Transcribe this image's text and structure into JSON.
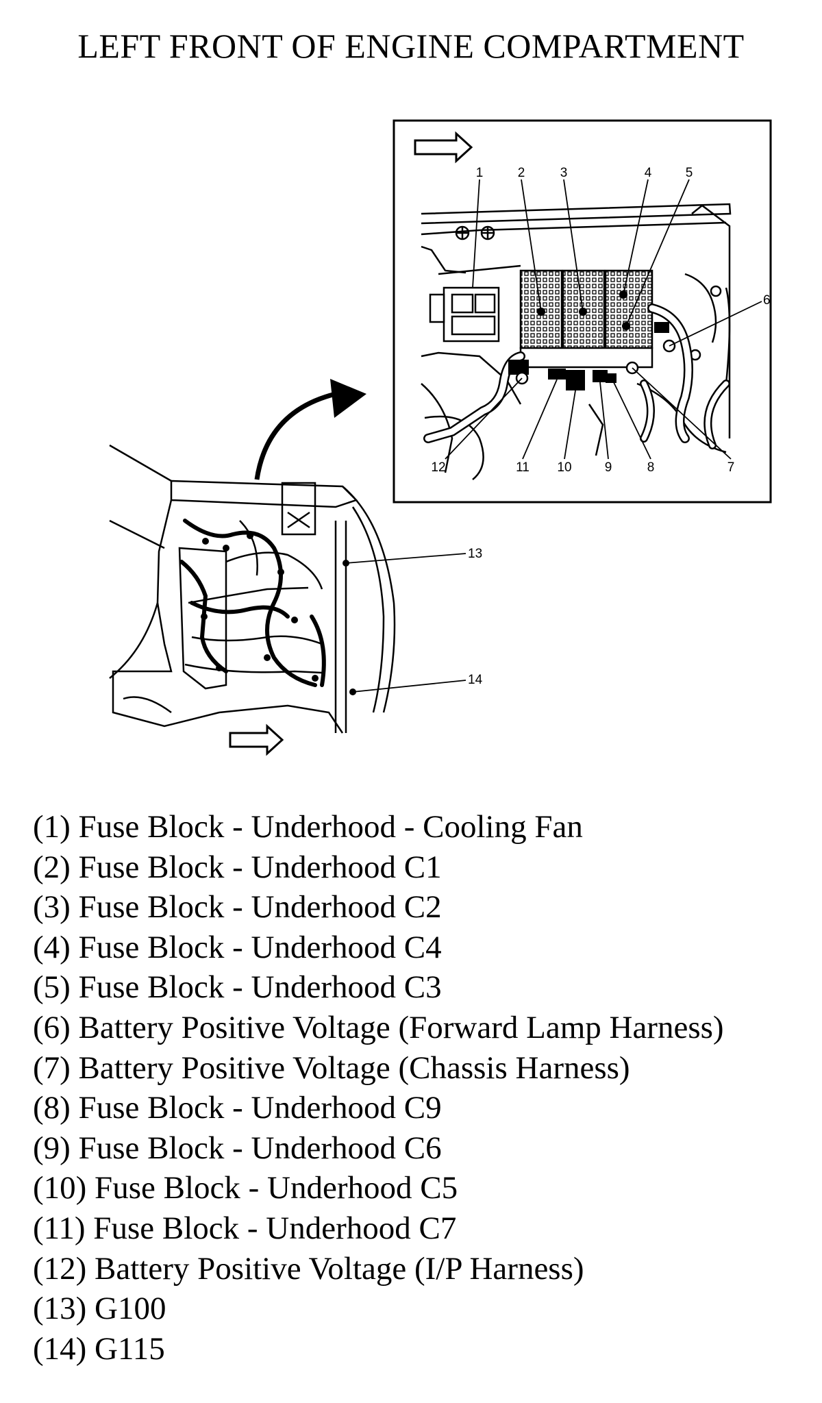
{
  "title": "LEFT FRONT OF ENGINE COMPARTMENT",
  "callouts": [
    "1",
    "2",
    "3",
    "4",
    "5",
    "6",
    "7",
    "8",
    "9",
    "10",
    "11",
    "12",
    "13",
    "14"
  ],
  "legend": [
    "(1) Fuse Block - Underhood - Cooling Fan",
    "(2) Fuse Block - Underhood C1",
    "(3) Fuse Block - Underhood C2",
    "(4) Fuse Block - Underhood C4",
    "(5) Fuse Block - Underhood C3",
    "(6) Battery Positive Voltage (Forward Lamp Harness)",
    "(7) Battery Positive Voltage (Chassis Harness)",
    "(8) Fuse Block - Underhood C9",
    "(9) Fuse Block - Underhood C6",
    "(10) Fuse Block - Underhood C5",
    "(11) Fuse Block - Underhood C7",
    "(12) Battery Positive Voltage (I/P Harness)",
    "(13) G100",
    "(14) G115"
  ]
}
